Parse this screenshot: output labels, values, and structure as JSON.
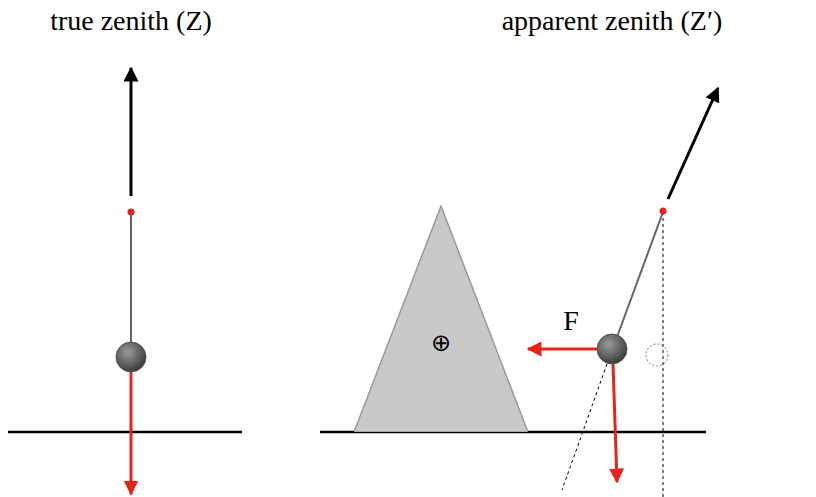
{
  "diagram": {
    "nodes": [
      {
        "text": [
          "⊕"
        ]
      }
    ],
    "labels": [
      "true zenith (Z)",
      "apparent zenith (Z′)",
      "F"
    ]
  }
}
